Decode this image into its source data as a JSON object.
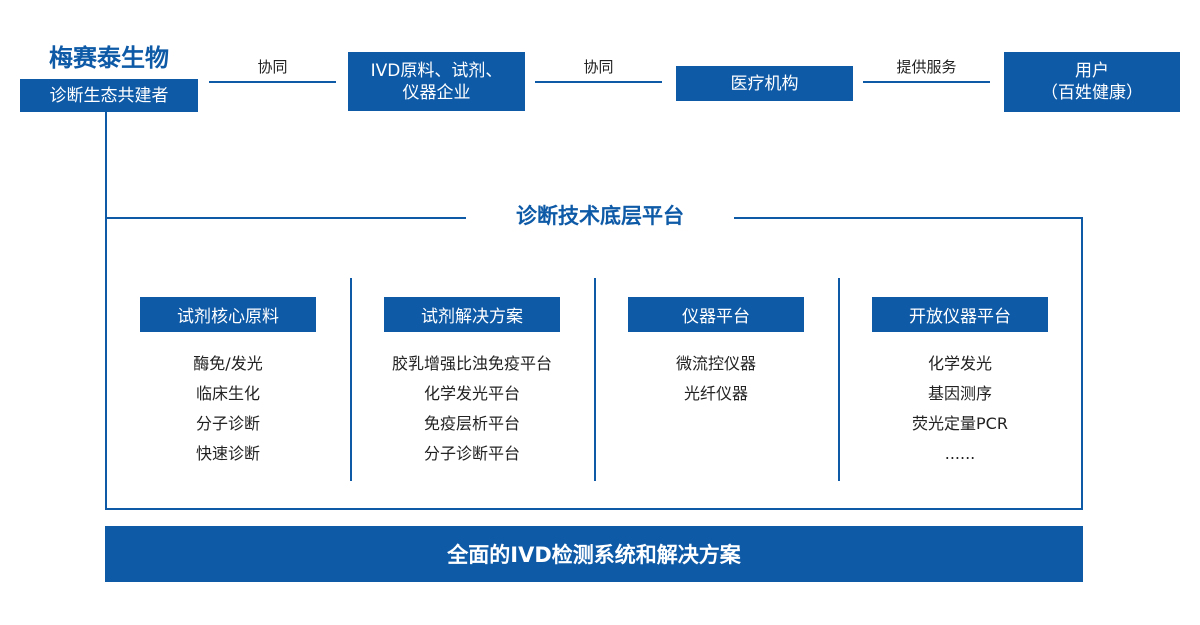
{
  "brand": {
    "name": "梅赛泰生物",
    "role": "诊断生态共建者"
  },
  "flow": {
    "edges": [
      "协同",
      "协同",
      "提供服务"
    ],
    "nodes": {
      "ivd_line1": "IVD原料、试剂、",
      "ivd_line2": "仪器企业",
      "medical": "医疗机构",
      "user_line1": "用户",
      "user_line2": "（百姓健康）"
    }
  },
  "platform": {
    "title": "诊断技术底层平台",
    "columns": [
      {
        "title": "试剂核心原料",
        "items": [
          "酶免/发光",
          "临床生化",
          "分子诊断",
          "快速诊断"
        ]
      },
      {
        "title": "试剂解决方案",
        "items": [
          "胶乳增强比浊免疫平台",
          "化学发光平台",
          "免疫层析平台",
          "分子诊断平台"
        ]
      },
      {
        "title": "仪器平台",
        "items": [
          "微流控仪器",
          "光纤仪器"
        ]
      },
      {
        "title": "开放仪器平台",
        "items": [
          "化学发光",
          "基因测序",
          "荧光定量PCR",
          "......"
        ]
      }
    ]
  },
  "footer": {
    "label": "全面的IVD检测系统和解决方案"
  },
  "colors": {
    "primary": "#0e5aa7",
    "text": "#222222",
    "background": "#ffffff"
  }
}
